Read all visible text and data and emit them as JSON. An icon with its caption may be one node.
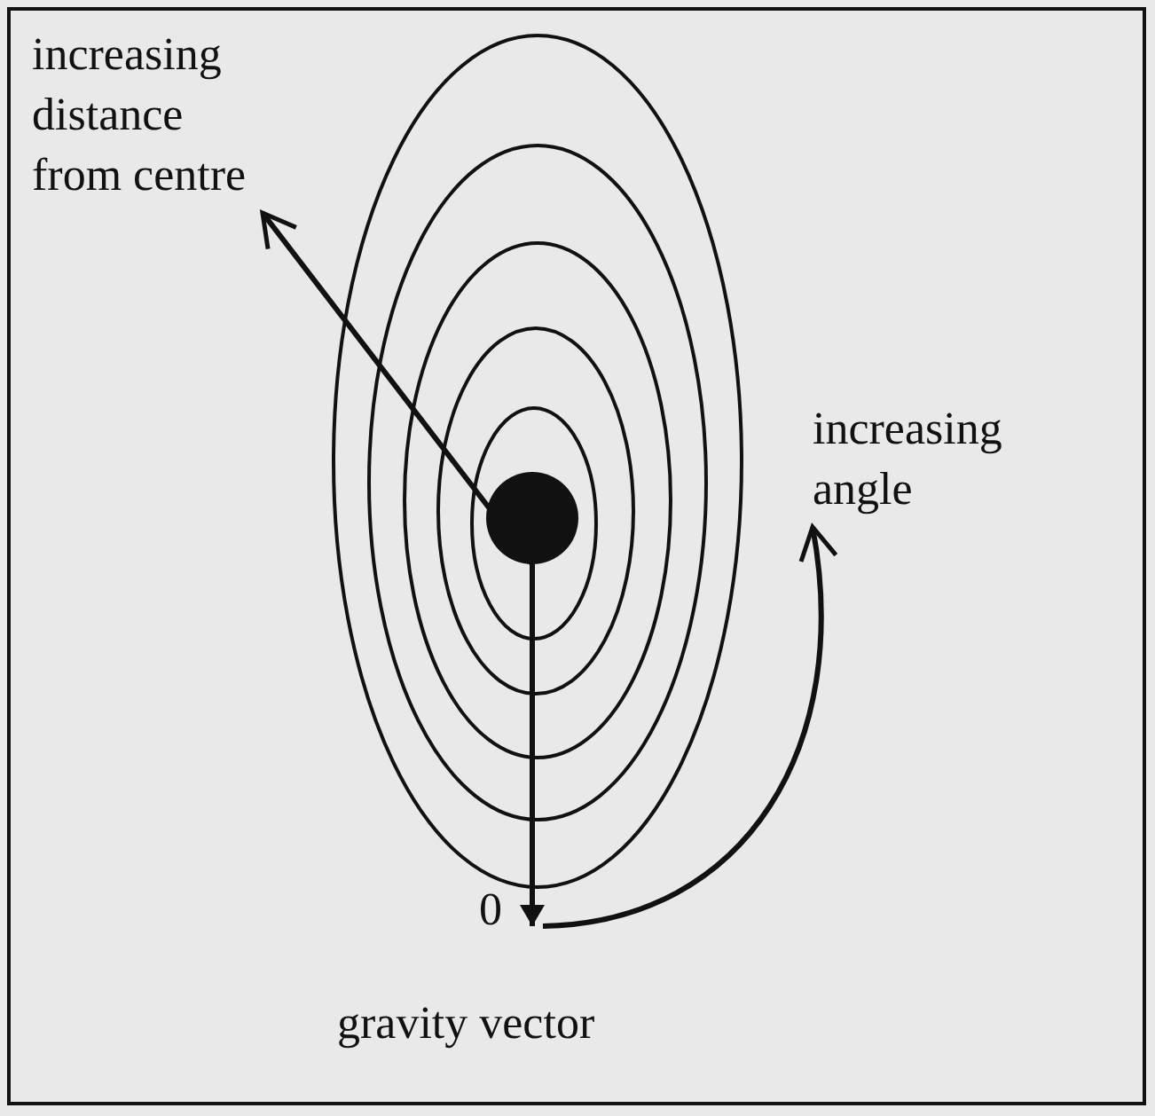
{
  "diagram": {
    "nodes": [
      {
        "text": [],
        "shape": "circle"
      },
      {
        "text": [
          "increasing distance from centre"
        ]
      },
      {
        "text": [
          "increasing angle"
        ]
      }
    ],
    "edges": [
      {
        "from": 0,
        "to": 1,
        "arrow": "to"
      },
      {
        "from": 0,
        "to": null,
        "arrow": "to"
      },
      {
        "from": null,
        "to": 2,
        "arrow": "to"
      }
    ],
    "labels": [
      "0",
      "gravity vector"
    ]
  }
}
